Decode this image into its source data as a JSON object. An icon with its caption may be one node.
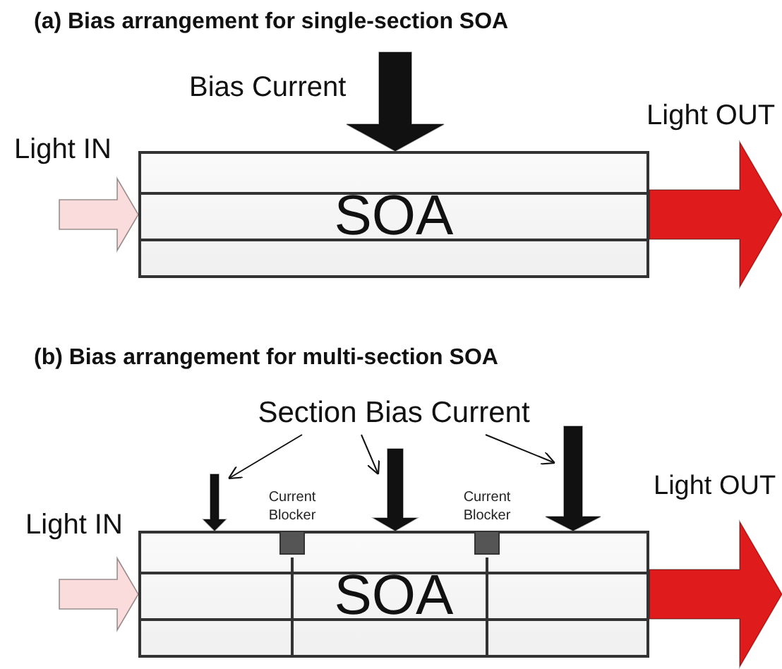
{
  "diagram": {
    "nodes": [
      {
        "text": [
          "SOA"
        ]
      },
      {
        "text": [
          "SOA"
        ]
      },
      {
        "text": [
          "Section Bias Current"
        ]
      },
      {
        "text": [
          "Current Blocker"
        ],
        "in": 1
      },
      {
        "text": [
          "Current Blocker"
        ],
        "in": 1
      }
    ],
    "edges": [
      {
        "from": null,
        "to": 0,
        "arrow": "to",
        "style": "thick",
        "color": "#fadcdc"
      },
      {
        "from": 0,
        "to": null,
        "arrow": "to",
        "style": "thick",
        "color": "#e01b1b"
      },
      {
        "from": null,
        "to": 0,
        "arrow": "to",
        "style": "thick"
      },
      {
        "from": null,
        "to": 1,
        "arrow": "to",
        "style": "thick",
        "color": "#fadcdc"
      },
      {
        "from": 1,
        "to": null,
        "arrow": "to",
        "style": "thick",
        "color": "#e01b1b"
      },
      {
        "from": null,
        "to": 1,
        "arrow": "to",
        "style": "thick"
      },
      {
        "from": null,
        "to": 1,
        "arrow": "to",
        "style": "thick"
      },
      {
        "from": null,
        "to": 1,
        "arrow": "to",
        "style": "thick"
      },
      {
        "from": 2,
        "to": null,
        "arrow": "to"
      },
      {
        "from": 2,
        "to": null,
        "arrow": "to"
      },
      {
        "from": 2,
        "to": null,
        "arrow": "to"
      }
    ],
    "labels": [
      "(a) Bias arrangement for single-section SOA",
      "Bias Current",
      "Light IN",
      "Light OUT",
      "(b) Bias arrangement for multi-section SOA",
      "Light IN",
      "Light OUT"
    ]
  }
}
